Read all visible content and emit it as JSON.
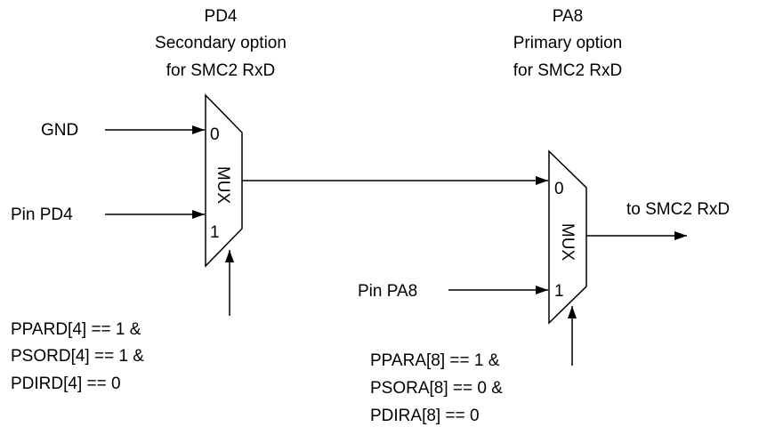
{
  "mux_left": {
    "title": [
      "PD4",
      "Secondary option",
      "for SMC2 RxD"
    ],
    "label": "MUX",
    "input0_index": "0",
    "input1_index": "1",
    "input0_source": "GND",
    "input1_source": "Pin PD4",
    "select_condition": [
      "PPARD[4] == 1 &",
      "PSORD[4] == 1 &",
      "PDIRD[4] == 0"
    ]
  },
  "mux_right": {
    "title": [
      "PA8",
      "Primary option",
      "for SMC2 RxD"
    ],
    "label": "MUX",
    "input0_index": "0",
    "input1_index": "1",
    "input1_source": "Pin PA8",
    "output_label": "to SMC2 RxD",
    "select_condition": [
      "PPARA[8] == 1 &",
      "PSORA[8] == 0 &",
      "PDIRA[8] == 0"
    ]
  }
}
